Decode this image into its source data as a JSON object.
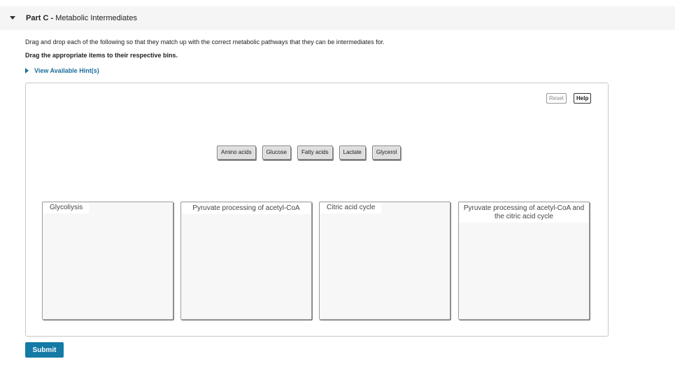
{
  "part": {
    "label": "Part C - ",
    "title": "Metabolic Intermediates"
  },
  "instructions": {
    "line1": "Drag and drop each of the following so that they match up with the correct metabolic pathways that they can be intermediates for.",
    "line2": "Drag the appropriate items to their respective bins."
  },
  "hint": {
    "label": "View Available Hint(s)"
  },
  "toolbar": {
    "reset_label": "Reset",
    "help_label": "Help"
  },
  "items": [
    "Amino acids",
    "Glucose",
    "Fatty acids",
    "Lactate",
    "Glycerol"
  ],
  "bins": [
    "Glycoliysis",
    "Pyruvate processing of acetyl-CoA",
    "Citric acid cycle",
    "Pyruvate processing of acetyl-CoA and the citric acid cycle"
  ],
  "submit": {
    "label": "Submit"
  }
}
